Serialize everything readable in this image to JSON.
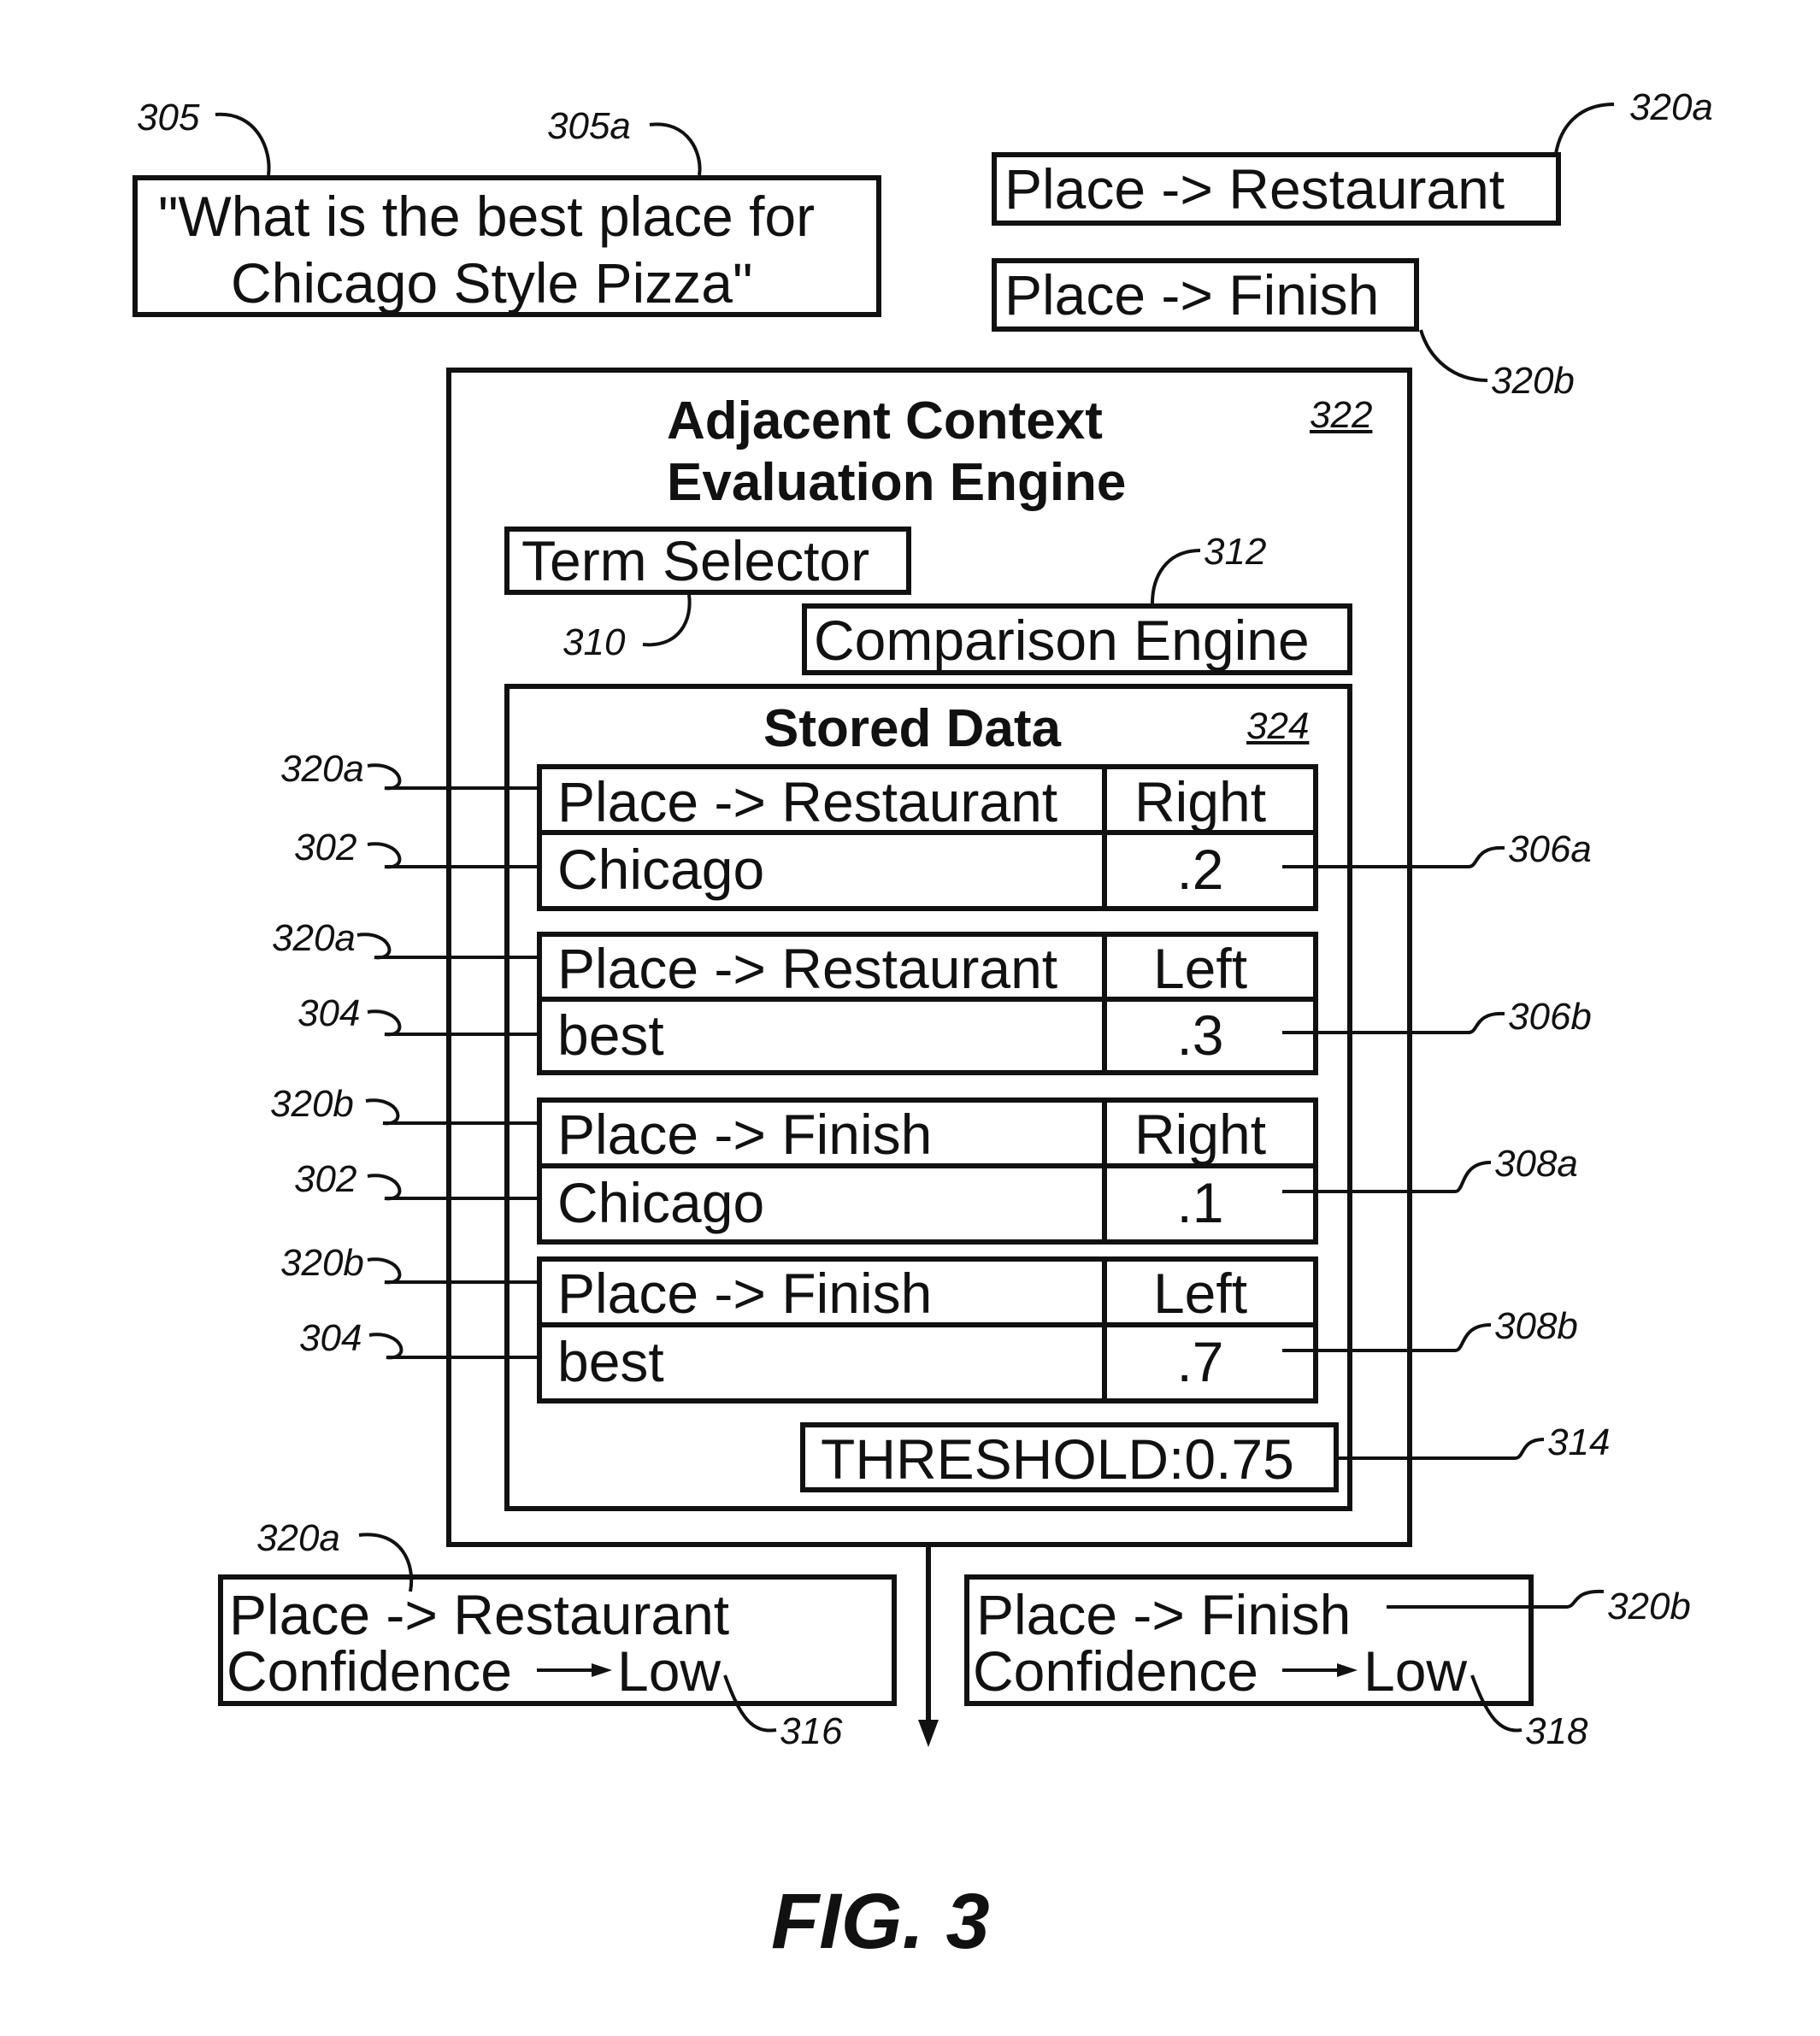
{
  "query": {
    "line1": "\"What is the best place for",
    "line2": "Chicago Style Pizza\""
  },
  "top_labels": {
    "restaurant": "Place -> Restaurant",
    "finish": "Place -> Finish"
  },
  "engine": {
    "title_line1": "Adjacent Context",
    "title_line2": "Evaluation Engine",
    "term_selector": "Term Selector",
    "comparison_engine": "Comparison Engine"
  },
  "stored_data": {
    "title": "Stored Data",
    "tables": [
      {
        "category": "Place -> Restaurant",
        "direction": "Right",
        "term": "Chicago",
        "value": ".2"
      },
      {
        "category": "Place -> Restaurant",
        "direction": "Left",
        "term": "best",
        "value": ".3"
      },
      {
        "category": "Place -> Finish",
        "direction": "Right",
        "term": "Chicago",
        "value": ".1"
      },
      {
        "category": "Place -> Finish",
        "direction": "Left",
        "term": "best",
        "value": ".7"
      }
    ],
    "threshold": "THRESHOLD:0.75"
  },
  "outputs": {
    "left": {
      "line1": "Place -> Restaurant",
      "confidence_label": "Confidence",
      "confidence_value": "Low"
    },
    "right": {
      "line1": "Place -> Finish",
      "confidence_label": "Confidence",
      "confidence_value": "Low"
    }
  },
  "refs": {
    "r305": "305",
    "r305a": "305a",
    "r320a_top": "320a",
    "r320b_top": "320b",
    "r322": "322",
    "r312": "312",
    "r310": "310",
    "r324": "324",
    "t1_cat": "320a",
    "t1_term": "302",
    "t1_val": "306a",
    "t2_cat": "320a",
    "t2_term": "304",
    "t2_val": "306b",
    "t3_cat": "320b",
    "t3_term": "302",
    "t3_val": "308a",
    "t4_cat": "320b",
    "t4_term": "304",
    "t4_val": "308b",
    "r314": "314",
    "r320a_bottom": "320a",
    "r316": "316",
    "r320b_bottom": "320b",
    "r318": "318"
  },
  "figure_label": "FIG. 3"
}
